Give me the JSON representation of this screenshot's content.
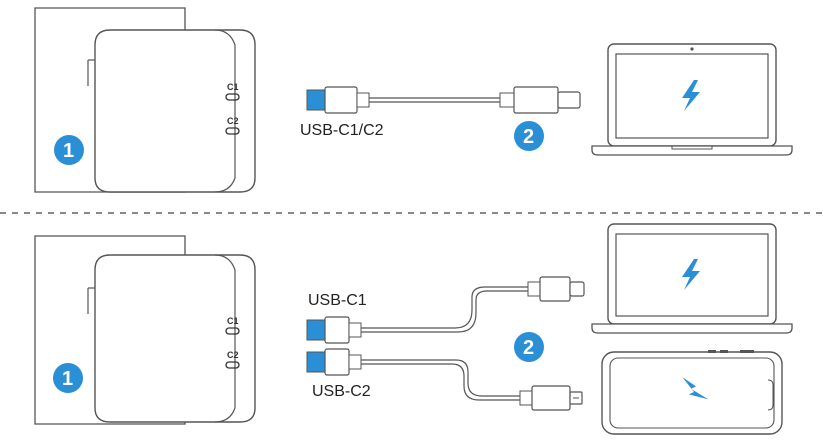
{
  "top_panel": {
    "charger_ports": [
      "C1",
      "C2"
    ],
    "cable_label": "USB-C1/C2",
    "step_1": "1",
    "step_2": "2"
  },
  "bottom_panel": {
    "charger_ports": [
      "C1",
      "C2"
    ],
    "cable_1_label": "USB-C1",
    "cable_2_label": "USB-C2",
    "step_1": "1",
    "step_2": "2"
  },
  "colors": {
    "accent": "#2b8fd6",
    "line": "#555555",
    "divider": "#888888"
  },
  "icons": [
    "wall-outlet",
    "charger",
    "usb-c-cable",
    "laptop",
    "phone",
    "lightning-bolt-icon"
  ]
}
